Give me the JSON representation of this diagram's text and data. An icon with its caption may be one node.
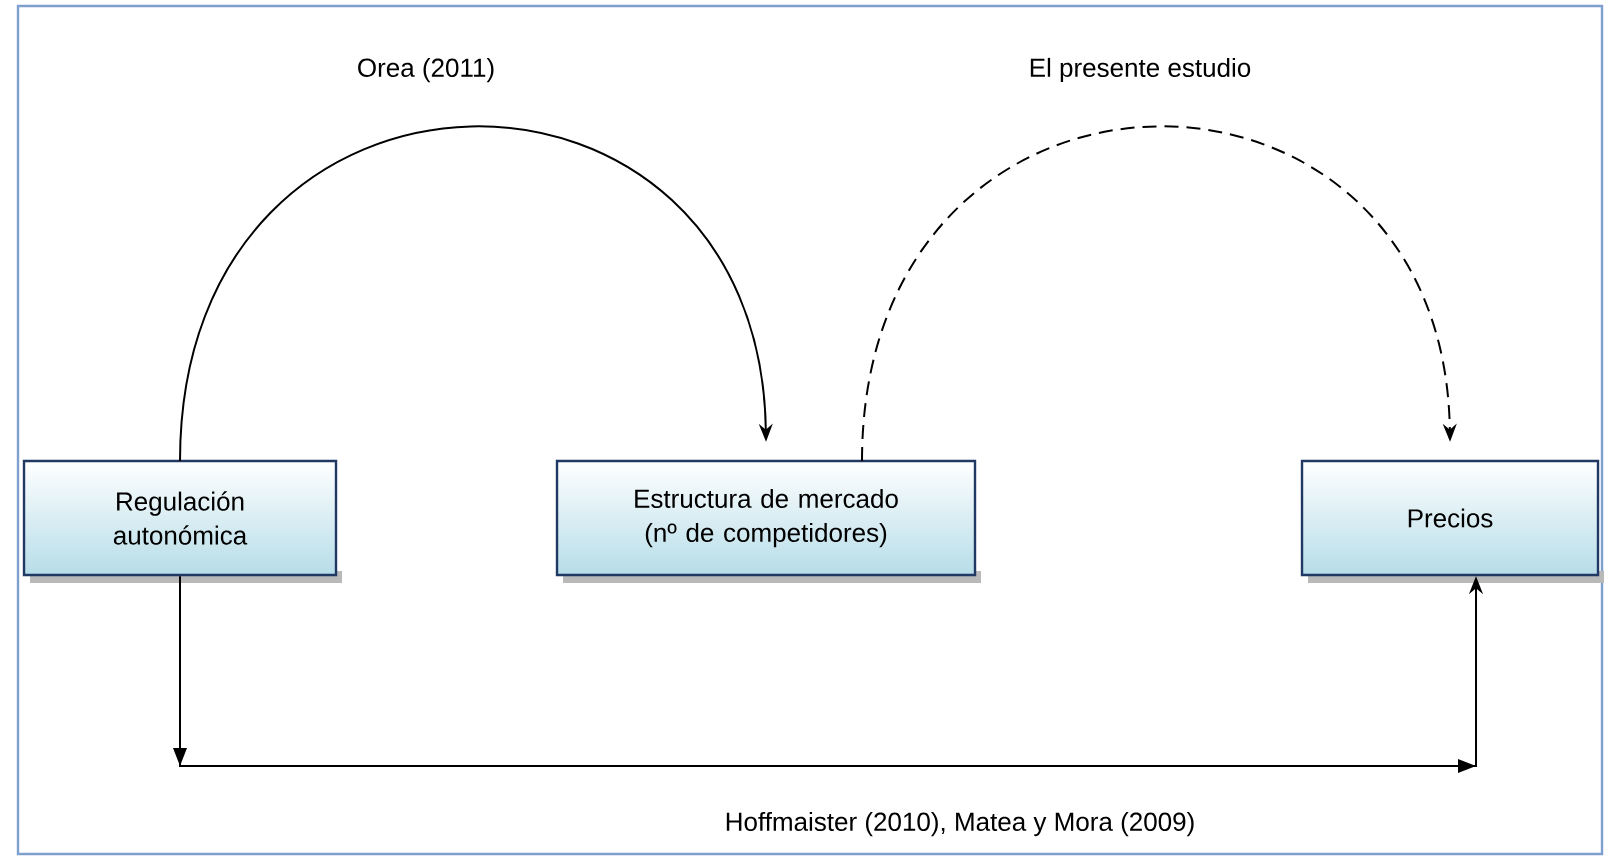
{
  "diagram": {
    "nodes": [
      {
        "text": [
          "Regulación autonómica"
        ]
      },
      {
        "text": [
          "Estructura de mercado (nº de competidores)"
        ]
      },
      {
        "text": [
          "Precios"
        ]
      }
    ],
    "edges": [
      {
        "from": 0,
        "to": 1,
        "arrow": "to",
        "label": "Orea (2011)"
      },
      {
        "from": 1,
        "to": 2,
        "arrow": "to",
        "style": "dashed",
        "label": "El presente estudio"
      },
      {
        "from": 0,
        "to": 2,
        "arrow": "to",
        "label": "Hoffmaister (2010), Matea y Mora (2009)"
      }
    ]
  }
}
